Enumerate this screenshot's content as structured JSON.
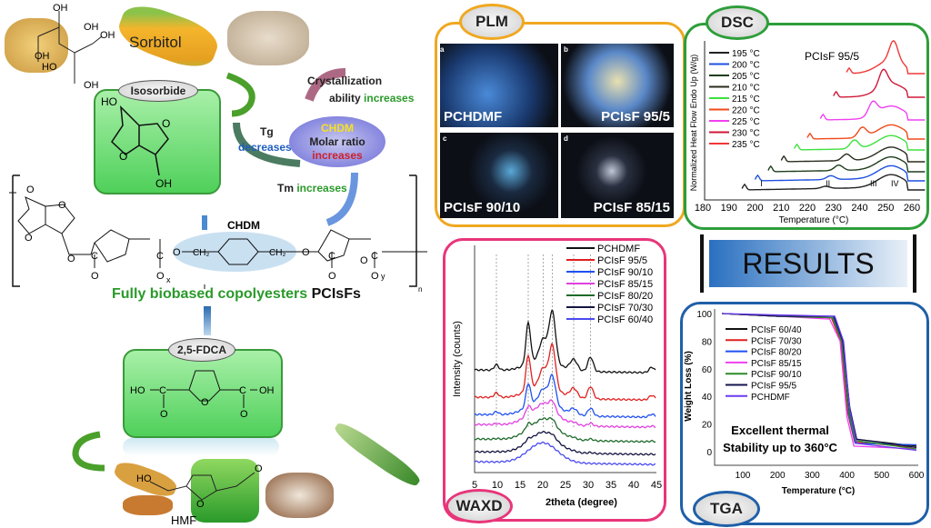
{
  "left": {
    "sorbitol_label": "Sorbitol",
    "sorbitol_oh": [
      "OH",
      "OH",
      "OH",
      "OH",
      "HO",
      "OH"
    ],
    "isosorbide_label": "Isosorbide",
    "isosorbide_groups": [
      "HO",
      "O",
      "O",
      "OH"
    ],
    "fdca_label": "2,5-FDCA",
    "fdca_groups": [
      "HO",
      "C",
      "O",
      "O",
      "C",
      "OH",
      "O"
    ],
    "hmf_label": "HMF",
    "hmf_groups": [
      "HO",
      "O",
      "O"
    ],
    "chdm_label": "CHDM",
    "polymer_groups": [
      "O",
      "O",
      "O",
      "O",
      "C",
      "O",
      "C",
      "O",
      "O",
      "CH₂",
      "CH₂",
      "O",
      "C",
      "O",
      "O",
      "C",
      "O"
    ],
    "subscripts": {
      "x": "x",
      "y": "y",
      "n": "n"
    },
    "title_green": "Fully biobased copolyesters",
    "title_black": "PCIsFs",
    "effects": {
      "cryst_1": "Crystallization",
      "cryst_2": "ability",
      "cryst_3": "increases",
      "tg_1": "Tg",
      "tg_2": "decreases",
      "chdm": "CHDM",
      "molar": "Molar ratio",
      "increases": "increases",
      "tm_1": "Tm",
      "tm_2": "increases"
    }
  },
  "plm": {
    "label": "PLM",
    "panels": [
      {
        "letter": "a",
        "caption": "PCHDMF"
      },
      {
        "letter": "b",
        "caption": "PCIsF 95/5"
      },
      {
        "letter": "c",
        "caption": "PCIsF 90/10"
      },
      {
        "letter": "d",
        "caption": "PCIsF 85/15"
      }
    ]
  },
  "results_label": "RESULTS",
  "colors": {
    "plm": "#f0a820",
    "dsc": "#2e9e3a",
    "waxd": "#e8357a",
    "tga": "#1f5fa8",
    "green_text": "#2a9a2a",
    "blue_text": "#1f5fc0",
    "red_text": "#d0202a",
    "yellow_text": "#f5e020"
  },
  "chart_data": [
    {
      "type": "line",
      "label": "DSC",
      "title": "PCIsF 95/5",
      "xlabel": "Temperature (°C)",
      "ylabel": "Normalized Heat Flow Endo Up (W/g)",
      "xlim": [
        180,
        265
      ],
      "xticks": [
        180,
        190,
        200,
        210,
        220,
        230,
        240,
        250,
        260
      ],
      "peak_labels": [
        {
          "text": "I",
          "x": 202
        },
        {
          "text": "II",
          "x": 227
        },
        {
          "text": "III",
          "x": 244
        },
        {
          "text": "IV",
          "x": 252
        }
      ],
      "series": [
        {
          "name": "195 °C",
          "color": "#222222",
          "start": 195,
          "low_peak": 227,
          "amp": 0.2
        },
        {
          "name": "200 °C",
          "color": "#1f4fe0",
          "start": 200,
          "low_peak": 229,
          "amp": 0.35
        },
        {
          "name": "205 °C",
          "color": "#1e3d1e",
          "start": 205,
          "low_peak": 232,
          "amp": 0.5
        },
        {
          "name": "210 °C",
          "color": "#2b2b1e",
          "start": 210,
          "low_peak": 235,
          "amp": 0.6
        },
        {
          "name": "215 °C",
          "color": "#3ee03e",
          "start": 215,
          "low_peak": 238,
          "amp": 0.8
        },
        {
          "name": "220 °C",
          "color": "#f04a1a",
          "start": 220,
          "low_peak": 241,
          "amp": 0.9
        },
        {
          "name": "225 °C",
          "color": "#f040f0",
          "start": 225,
          "low_peak": 245,
          "amp": 1.2
        },
        {
          "name": "230 °C",
          "color": "#d01838",
          "start": 230,
          "low_peak": 249,
          "amp": 1.5
        },
        {
          "name": "235 °C",
          "color": "#f03838",
          "start": 235,
          "low_peak": 253,
          "amp": 1.8
        }
      ]
    },
    {
      "type": "line",
      "label": "WAXD",
      "xlabel": "2theta (degree)",
      "ylabel": "Intensity (counts)",
      "xlim": [
        5,
        45
      ],
      "xticks": [
        5,
        10,
        15,
        20,
        25,
        30,
        35,
        40,
        45
      ],
      "peaks_2theta": [
        9.8,
        16.8,
        20.1,
        22.1,
        26.8,
        30.5,
        44
      ],
      "series": [
        {
          "name": "PCHDMF",
          "color": "#111111",
          "crystallinity": 1.0
        },
        {
          "name": "PCIsF 95/5",
          "color": "#e02020",
          "crystallinity": 0.85
        },
        {
          "name": "PCIsF 90/10",
          "color": "#2050f0",
          "crystallinity": 0.55
        },
        {
          "name": "PCIsF 85/15",
          "color": "#e040e0",
          "crystallinity": 0.2
        },
        {
          "name": "PCIsF 80/20",
          "color": "#1e6a2a",
          "crystallinity": 0.12
        },
        {
          "name": "PCIsF 70/30",
          "color": "#141440",
          "crystallinity": 0.06
        },
        {
          "name": "PCIsF 60/40",
          "color": "#4a4af0",
          "crystallinity": 0.0
        }
      ]
    },
    {
      "type": "line",
      "label": "TGA",
      "xlabel": "Temperature (°C)",
      "ylabel": "Weight Loss (%)",
      "xlim": [
        40,
        600
      ],
      "ylim": [
        -5,
        105
      ],
      "xticks": [
        100,
        200,
        300,
        400,
        500,
        600
      ],
      "yticks": [
        0,
        20,
        40,
        60,
        80,
        100
      ],
      "annotation": [
        "Excellent thermal",
        "Stability up to 360°C"
      ],
      "series": [
        {
          "name": "PCIsF 60/40",
          "color": "#111111",
          "points": [
            [
              40,
              100
            ],
            [
              200,
              98
            ],
            [
              360,
              97
            ],
            [
              385,
              80
            ],
            [
              405,
              30
            ],
            [
              425,
              9
            ],
            [
              600,
              4
            ]
          ]
        },
        {
          "name": "PCIsF 70/30",
          "color": "#e02020",
          "points": [
            [
              40,
              100
            ],
            [
              200,
              98
            ],
            [
              355,
              97
            ],
            [
              382,
              80
            ],
            [
              402,
              28
            ],
            [
              422,
              7
            ],
            [
              600,
              3
            ]
          ]
        },
        {
          "name": "PCIsF 80/20",
          "color": "#2050f0",
          "points": [
            [
              40,
              100
            ],
            [
              200,
              98
            ],
            [
              360,
              98
            ],
            [
              386,
              80
            ],
            [
              404,
              28
            ],
            [
              424,
              6
            ],
            [
              600,
              5
            ]
          ]
        },
        {
          "name": "PCIsF 85/15",
          "color": "#f040f0",
          "points": [
            [
              40,
              100
            ],
            [
              200,
              98
            ],
            [
              350,
              96
            ],
            [
              380,
              80
            ],
            [
              400,
              25
            ],
            [
              420,
              4
            ],
            [
              600,
              2
            ]
          ]
        },
        {
          "name": "PCIsF 90/10",
          "color": "#2a8a2a",
          "points": [
            [
              40,
              100
            ],
            [
              200,
              98
            ],
            [
              358,
              97
            ],
            [
              384,
              80
            ],
            [
              404,
              30
            ],
            [
              424,
              8
            ],
            [
              600,
              2
            ]
          ]
        },
        {
          "name": "PCIsF 95/5",
          "color": "#141450",
          "points": [
            [
              40,
              100
            ],
            [
              200,
              98
            ],
            [
              362,
              98
            ],
            [
              388,
              80
            ],
            [
              408,
              32
            ],
            [
              428,
              9
            ],
            [
              600,
              3
            ]
          ]
        },
        {
          "name": "PCHDMF",
          "color": "#6a3af0",
          "points": [
            [
              40,
              100
            ],
            [
              200,
              99
            ],
            [
              365,
              98
            ],
            [
              390,
              80
            ],
            [
              408,
              30
            ],
            [
              428,
              6
            ],
            [
              600,
              1
            ]
          ]
        }
      ]
    }
  ]
}
